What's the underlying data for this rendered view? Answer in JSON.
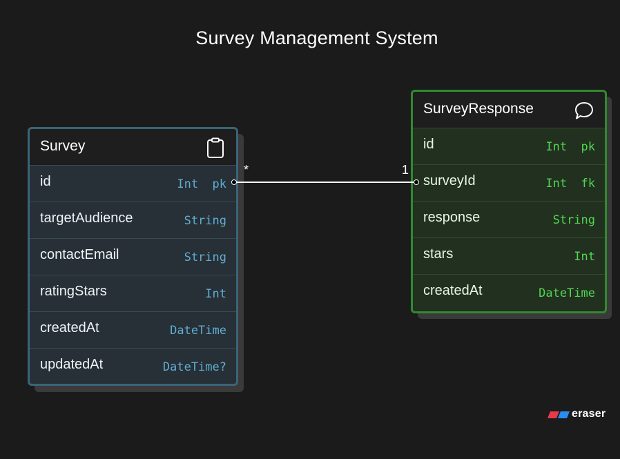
{
  "diagram": {
    "title": "Survey Management System"
  },
  "entities": {
    "survey": {
      "name": "Survey",
      "icon": "clipboard-icon",
      "accent": "#3b6478",
      "columns": [
        {
          "name": "id",
          "type": "Int  pk"
        },
        {
          "name": "targetAudience",
          "type": "String"
        },
        {
          "name": "contactEmail",
          "type": "String"
        },
        {
          "name": "ratingStars",
          "type": "Int"
        },
        {
          "name": "createdAt",
          "type": "DateTime"
        },
        {
          "name": "updatedAt",
          "type": "DateTime?"
        }
      ]
    },
    "survey_response": {
      "name": "SurveyResponse",
      "icon": "chat-bubble-icon",
      "accent": "#2f8b2f",
      "columns": [
        {
          "name": "id",
          "type": "Int  pk"
        },
        {
          "name": "surveyId",
          "type": "Int  fk"
        },
        {
          "name": "response",
          "type": "String"
        },
        {
          "name": "stars",
          "type": "Int"
        },
        {
          "name": "createdAt",
          "type": "DateTime"
        }
      ]
    }
  },
  "relationship": {
    "from": "Survey.id",
    "to": "SurveyResponse.surveyId",
    "from_cardinality": "*",
    "to_cardinality": "1"
  },
  "branding": {
    "logo_text": "eraser",
    "logo_icon": "eraser-logo-icon"
  }
}
